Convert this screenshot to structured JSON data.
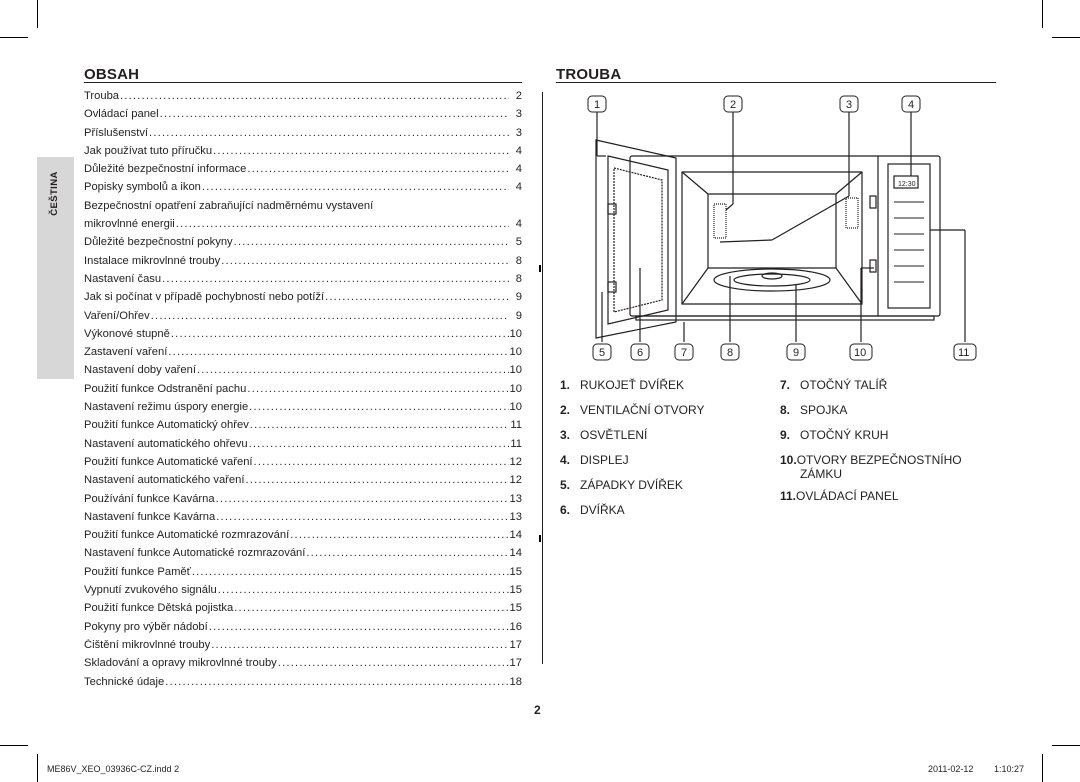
{
  "left": {
    "title": "OBSAH",
    "lang_tab": "ČEŠTINA",
    "toc": [
      {
        "text": "Trouba",
        "page": "2"
      },
      {
        "text": "Ovládací panel",
        "page": "3"
      },
      {
        "text": "Příslušenství",
        "page": "3"
      },
      {
        "text": "Jak používat tuto příručku",
        "page": "4"
      },
      {
        "text": "Důležité bezpečnostní informace",
        "page": "4"
      },
      {
        "text": "Popisky symbolů a ikon",
        "page": "4"
      },
      {
        "text": "Bezpečnostní opatření zabraňující nadměrnému vystavení",
        "page": ""
      },
      {
        "text": "mikrovlnné energii",
        "page": "4"
      },
      {
        "text": "Důležité bezpečnostní pokyny",
        "page": "5"
      },
      {
        "text": "Instalace mikrovlnné trouby",
        "page": "8"
      },
      {
        "text": "Nastavení času",
        "page": "8"
      },
      {
        "text": "Jak si počínat v případě pochybností nebo potíží",
        "page": "9"
      },
      {
        "text": "Vaření/Ohřev",
        "page": "9"
      },
      {
        "text": "Výkonové stupně",
        "page": "10"
      },
      {
        "text": "Zastavení vaření",
        "page": "10"
      },
      {
        "text": "Nastavení doby vaření",
        "page": "10"
      },
      {
        "text": "Použití funkce Odstranění pachu",
        "page": "10"
      },
      {
        "text": "Nastavení režimu úspory energie",
        "page": "10"
      },
      {
        "text": "Použití funkce Automatický ohřev",
        "page": "11"
      },
      {
        "text": "Nastavení automatického ohřevu",
        "page": "11"
      },
      {
        "text": "Použití funkce Automatické vaření",
        "page": "12"
      },
      {
        "text": "Nastavení automatického vaření",
        "page": "12"
      },
      {
        "text": "Používání funkce Kavárna",
        "page": "13"
      },
      {
        "text": "Nastavení funkce Kavárna",
        "page": "13"
      },
      {
        "text": "Použití funkce Automatické rozmrazování",
        "page": "14"
      },
      {
        "text": "Nastavení funkce Automatické rozmrazování",
        "page": "14"
      },
      {
        "text": "Použití funkce Paměť",
        "page": "15"
      },
      {
        "text": "Vypnutí zvukového signálu",
        "page": "15"
      },
      {
        "text": "Použití funkce Dětská pojistka",
        "page": "15"
      },
      {
        "text": "Pokyny pro výběr nádobí",
        "page": "16"
      },
      {
        "text": "Čištění mikrovlnné trouby",
        "page": "17"
      },
      {
        "text": "Skladování a opravy mikrovlnné trouby",
        "page": "17"
      },
      {
        "text": "Technické údaje",
        "page": "18"
      }
    ]
  },
  "right": {
    "title": "TROUBA",
    "callouts_top": [
      "1",
      "2",
      "3",
      "4"
    ],
    "callouts_bottom": [
      "5",
      "6",
      "7",
      "8",
      "9",
      "10",
      "11"
    ],
    "display_time": "12:30",
    "legend_left": [
      {
        "num": "1.",
        "text": "RUKOJEŤ DVÍŘEK"
      },
      {
        "num": "2.",
        "text": "VENTILAČNÍ OTVORY"
      },
      {
        "num": "3.",
        "text": "OSVĚTLENÍ"
      },
      {
        "num": "4.",
        "text": "DISPLEJ"
      },
      {
        "num": "5.",
        "text": "ZÁPADKY DVÍŘEK"
      },
      {
        "num": "6.",
        "text": "DVÍŘKA"
      }
    ],
    "legend_right": [
      {
        "num": "7.",
        "text": "OTOČNÝ TALÍŘ"
      },
      {
        "num": "8.",
        "text": "SPOJKA"
      },
      {
        "num": "9.",
        "text": "OTOČNÝ KRUH"
      },
      {
        "num": "10.",
        "text": "OTVORY BEZPEČNOSTNÍHO",
        "text2": "ZÁMKU"
      },
      {
        "num": "11.",
        "text": "OVLÁDACÍ PANEL"
      }
    ]
  },
  "page_number": "2",
  "footer": {
    "file": "ME86V_XEO_03936C-CZ.indd   2",
    "date": "2011-02-12",
    "time": "1:10:27"
  }
}
